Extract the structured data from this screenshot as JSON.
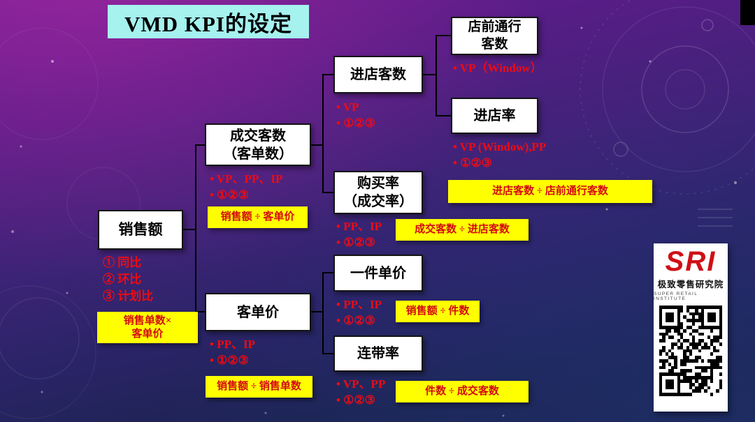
{
  "title": "VMD KPI的设定",
  "colors": {
    "title_bg": "#a5f2ef",
    "annotation_red": "#ef0b12",
    "formula_bg": "#ffff00",
    "formula_red": "#d40a10"
  },
  "nodes": {
    "sales": {
      "line1": "销售额"
    },
    "deal_customers": {
      "line1": "成交客数",
      "line2": "（客单数）"
    },
    "price_per_customer": {
      "line1": "客单价"
    },
    "store_visitors": {
      "line1": "进店客数"
    },
    "purchase_rate": {
      "line1": "购买率",
      "line2": "（成交率）"
    },
    "unit_price": {
      "line1": "一件单价"
    },
    "attachment_rate": {
      "line1": "连带率"
    },
    "passersby": {
      "line1": "店前通行",
      "line2": "客数"
    },
    "entry_rate": {
      "line1": "进店率"
    }
  },
  "annotations": {
    "sales": {
      "l1": "① 同比",
      "l2": "② 环比",
      "l3": "③ 计划比"
    },
    "deal_customers": {
      "l1": "• VP、PP、IP",
      "l2": "• ①②③"
    },
    "price_per_customer": {
      "l1": "• PP、IP",
      "l2": "• ①②③"
    },
    "store_visitors": {
      "l1": "• VP",
      "l2": "• ①②③"
    },
    "purchase_rate": {
      "l1": "• PP、IP",
      "l2": "• ①②③"
    },
    "unit_price": {
      "l1": "• PP、IP",
      "l2": "• ①②③"
    },
    "attachment_rate": {
      "l1": "• VP、PP",
      "l2": "• ①②③"
    },
    "passersby": {
      "l1": "• VP（Window）"
    },
    "entry_rate": {
      "l1": "• VP (Window),PP",
      "l2": "• ①②③"
    }
  },
  "formulas": {
    "sales_line1": "销售单数×",
    "sales_line2": "客单价",
    "deal_customers": "销售额 ÷ 客单价",
    "price_per_customer": "销售额 ÷ 销售单数",
    "purchase_rate": "成交客数 ÷ 进店客数",
    "unit_price": "销售额 ÷ 件数",
    "attachment_rate": "件数 ÷ 成交客数",
    "entry_rate": "进店客数 ÷ 店前通行客数"
  },
  "logo": {
    "brand": "SRI",
    "name": "极致零售研究院",
    "subtitle": "SUPER RETAIL INSTITUTE"
  }
}
